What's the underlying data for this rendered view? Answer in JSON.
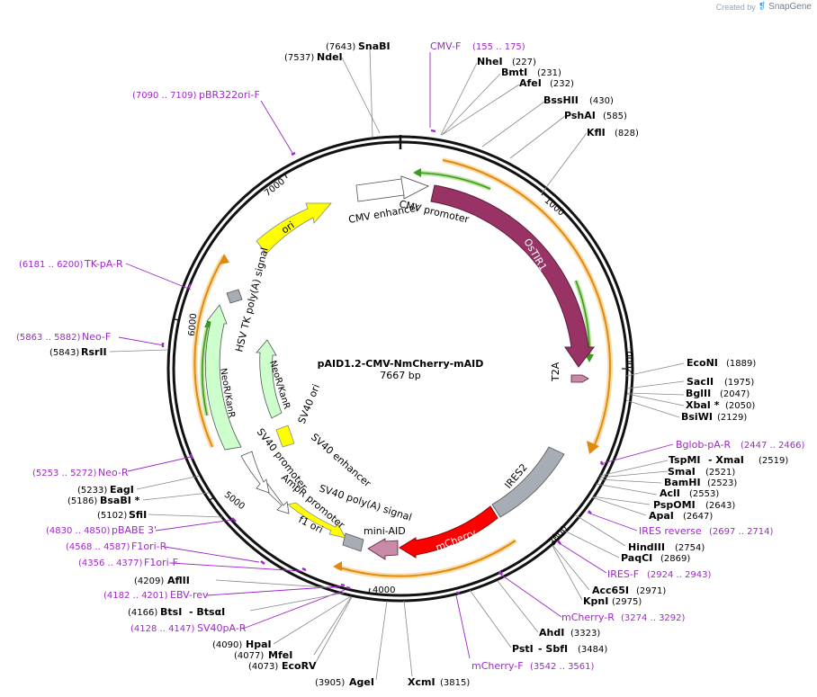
{
  "credit": {
    "text": "Created by",
    "brand": "SnapGene"
  },
  "plasmid": {
    "name": "pAID1.2-CMV-NmCherry-mAID",
    "length": "7667 bp"
  },
  "ticks": [
    "1000",
    "2000",
    "3000",
    "4000",
    "5000",
    "6000",
    "7000"
  ],
  "enzymes": [
    {
      "name": "SnaBI",
      "pos": "(7643)"
    },
    {
      "name": "NdeI",
      "pos": "(7537)"
    },
    {
      "name": "NheI",
      "pos": "(227)"
    },
    {
      "name": "BmtI",
      "pos": "(231)"
    },
    {
      "name": "AfeI",
      "pos": "(232)"
    },
    {
      "name": "BssHII",
      "pos": "(430)"
    },
    {
      "name": "PshAI",
      "pos": "(585)"
    },
    {
      "name": "KflI",
      "pos": "(828)"
    },
    {
      "name": "EcoNI",
      "pos": "(1889)"
    },
    {
      "name": "SacII",
      "pos": "(1975)"
    },
    {
      "name": "BglII",
      "pos": "(2047)"
    },
    {
      "name": "XbaI *",
      "pos": "(2050)"
    },
    {
      "name": "BsiWI",
      "pos": "(2129)"
    },
    {
      "name": "TspMI",
      "pos": ""
    },
    {
      "name": "- XmaI",
      "pos": "(2519)"
    },
    {
      "name": "SmaI",
      "pos": "(2521)"
    },
    {
      "name": "BamHI",
      "pos": "(2523)"
    },
    {
      "name": "AclI",
      "pos": "(2553)"
    },
    {
      "name": "PspOMI",
      "pos": "(2643)"
    },
    {
      "name": "ApaI",
      "pos": "(2647)"
    },
    {
      "name": "HindIII",
      "pos": "(2754)"
    },
    {
      "name": "PaqCI",
      "pos": "(2869)"
    },
    {
      "name": "Acc65I",
      "pos": "(2971)"
    },
    {
      "name": "KpnI",
      "pos": "(2975)"
    },
    {
      "name": "AhdI",
      "pos": "(3323)"
    },
    {
      "name": "PstI",
      "pos": ""
    },
    {
      "name": "- SbfI",
      "pos": "(3484)"
    },
    {
      "name": "XcmI",
      "pos": "(3815)"
    },
    {
      "name": "AgeI",
      "pos": "(3905)"
    },
    {
      "name": "EcoRV",
      "pos": "(4073)"
    },
    {
      "name": "MfeI",
      "pos": "(4077)"
    },
    {
      "name": "HpaI",
      "pos": "(4090)"
    },
    {
      "name": "BtsI",
      "pos": "(4166)"
    },
    {
      "name": "- BtsαI",
      "pos": ""
    },
    {
      "name": "AflII",
      "pos": "(4209)"
    },
    {
      "name": "SfiI",
      "pos": "(5102)"
    },
    {
      "name": "BsaBI *",
      "pos": "(5186)"
    },
    {
      "name": "EagI",
      "pos": "(5233)"
    },
    {
      "name": "RsrII",
      "pos": "(5843)"
    }
  ],
  "primers": [
    {
      "name": "CMV-F",
      "range": "(155 .. 175)"
    },
    {
      "name": "pBR322ori-F",
      "range": "(7090 .. 7109)"
    },
    {
      "name": "TK-pA-R",
      "range": "(6181 .. 6200)"
    },
    {
      "name": "Neo-F",
      "range": "(5863 .. 5882)"
    },
    {
      "name": "Neo-R",
      "range": "(5253 .. 5272)"
    },
    {
      "name": "pBABE 3'",
      "range": "(4830 .. 4850)"
    },
    {
      "name": "F1ori-R",
      "range": "(4568 .. 4587)"
    },
    {
      "name": "F1ori-F",
      "range": "(4356 .. 4377)"
    },
    {
      "name": "EBV-rev",
      "range": "(4182 .. 4201)"
    },
    {
      "name": "SV40pA-R",
      "range": "(4128 .. 4147)"
    },
    {
      "name": "Bglob-pA-R",
      "range": "(2447 .. 2466)"
    },
    {
      "name": "IRES reverse",
      "range": "(2697 .. 2714)"
    },
    {
      "name": "IRES-F",
      "range": "(2924 .. 2943)"
    },
    {
      "name": "mCherry-R",
      "range": "(3274 .. 3292)"
    },
    {
      "name": "mCherry-F",
      "range": "(3542 .. 3561)"
    }
  ],
  "features": {
    "cmv_enhancer": "CMV enhancer",
    "cmv_promoter": "CMV promoter",
    "ostir1": "OsTIR1",
    "t2a": "T2A",
    "ires2": "IRES2",
    "mcherry": "mCherry",
    "mini_aid": "mini-AID",
    "sv40_polya": "SV40 poly(A) signal",
    "f1_ori": "f1 ori",
    "ampr_promoter": "AmpR promoter",
    "sv40_promoter": "SV40 promoter",
    "sv40_ori": "SV40 ori",
    "sv40_enhancer": "SV40 enhancer",
    "neokan_inner": "NeoR/KanR",
    "neokan_outer": "NeoR/KanR",
    "hsv_tk": "HSV TK poly(A) signal",
    "ori": "ori"
  },
  "colors": {
    "ostir1": "#993366",
    "mcherry": "#ff0000",
    "ires2": "#a6adb4",
    "yellow": "#ffff00",
    "neokan": "#ccffcc",
    "primer": "#9e28c9",
    "orf_orange": "#f0a030",
    "orf_green": "#3a9b1e"
  }
}
